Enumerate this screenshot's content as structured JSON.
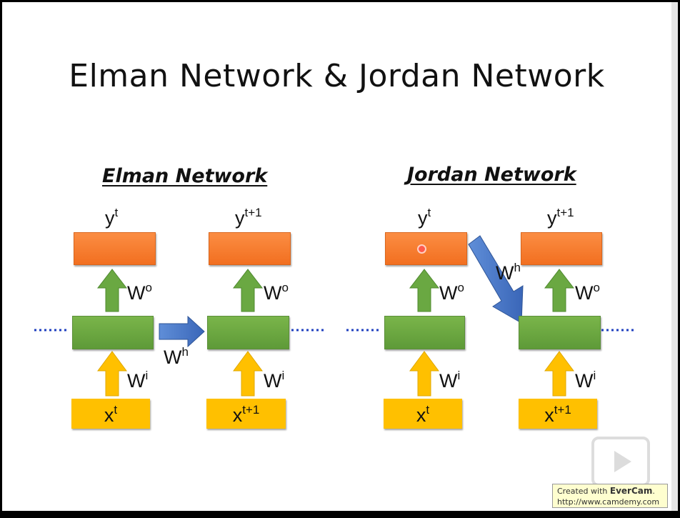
{
  "title": "Elman Network & Jordan Network",
  "elman": {
    "subtitle": "Elman Network",
    "y_t": "y",
    "y_t_sup": "t",
    "y_t1": "y",
    "y_t1_sup": "t+1",
    "x_t": "x",
    "x_t_sup": "t",
    "x_t1": "x",
    "x_t1_sup": "t+1",
    "wo_1": "W",
    "wo_1_sup": "o",
    "wo_2": "W",
    "wo_2_sup": "o",
    "wi_1": "W",
    "wi_1_sup": "i",
    "wi_2": "W",
    "wi_2_sup": "i",
    "wh": "W",
    "wh_sup": "h"
  },
  "jordan": {
    "subtitle": "Jordan Network",
    "y_t": "y",
    "y_t_sup": "t",
    "y_t1": "y",
    "y_t1_sup": "t+1",
    "x_t": "x",
    "x_t_sup": "t",
    "x_t1": "x",
    "x_t1_sup": "t+1",
    "wo_1": "W",
    "wo_1_sup": "o",
    "wo_2": "W",
    "wo_2_sup": "o",
    "wi_1": "W",
    "wi_1_sup": "i",
    "wi_2": "W",
    "wi_2_sup": "i",
    "wh": "W",
    "wh_sup": "h"
  },
  "colors": {
    "output": "#f47b2a",
    "hidden": "#6aa842",
    "input": "#ffc000",
    "arrow_h": "#4472c4",
    "dots": "#1f3fbf"
  },
  "watermark": {
    "line1_prefix": "Created with ",
    "brand": "EverCam",
    "line1_suffix": ".",
    "line2": "http://www.camdemy.com"
  }
}
